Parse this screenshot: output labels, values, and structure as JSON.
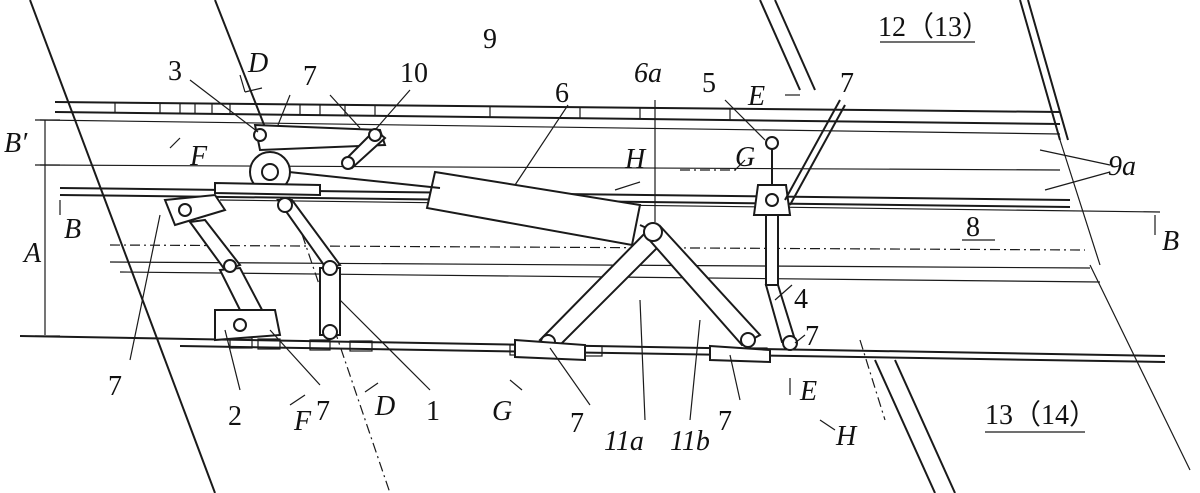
{
  "labels": {
    "l9": "9",
    "l12": "12（13）",
    "l13": "13（14）",
    "l3": "3",
    "lD_top": "D",
    "l7_a": "7",
    "l10": "10",
    "l6": "6",
    "l6a": "6a",
    "l5": "5",
    "lE_top": "E",
    "l7_b": "7",
    "lBp": "B′",
    "lF_top": "F",
    "lH_top": "H",
    "lG_top": "G",
    "l9a": "9a",
    "lB_left": "B",
    "lA": "A",
    "l8": "8",
    "lB_right": "B",
    "l4": "4",
    "l7_c": "7",
    "l7_d": "7",
    "l2": "2",
    "lF_bot": "F",
    "l7_e": "7",
    "lD_bot": "D",
    "l1": "1",
    "lG_bot": "G",
    "l7_f": "7",
    "l11a": "11a",
    "l11b": "11b",
    "l7_g": "7",
    "lE_bot": "E",
    "lH_bot": "H"
  }
}
